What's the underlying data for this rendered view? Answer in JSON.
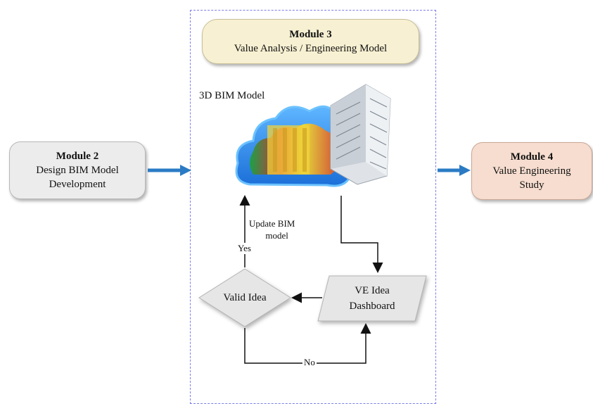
{
  "module2": {
    "title": "Module 2",
    "line1": "Design BIM Model",
    "line2": "Development"
  },
  "module3": {
    "title": "Module 3",
    "subtitle": "Value Analysis / Engineering Model"
  },
  "module4": {
    "title": "Module 4",
    "line1": "Value Engineering",
    "line2": "Study"
  },
  "bim_label": "3D BIM Model",
  "update_label": {
    "line1": "Update BIM",
    "line2": "model"
  },
  "yes_label": "Yes",
  "no_label": "No",
  "decision_label": "Valid Idea",
  "dashboard": {
    "line1": "VE Idea",
    "line2": "Dashboard"
  },
  "colors": {
    "arrow_blue": "#2b7bc4",
    "frame_dashed": "#7b7ee8",
    "module3_fill": "#f7f0d2",
    "module4_fill": "#f6ddcf",
    "module2_fill": "#ececec",
    "shape_fill": "#e6e6e6"
  },
  "icons": [
    "cloud-bim-building-icon"
  ]
}
